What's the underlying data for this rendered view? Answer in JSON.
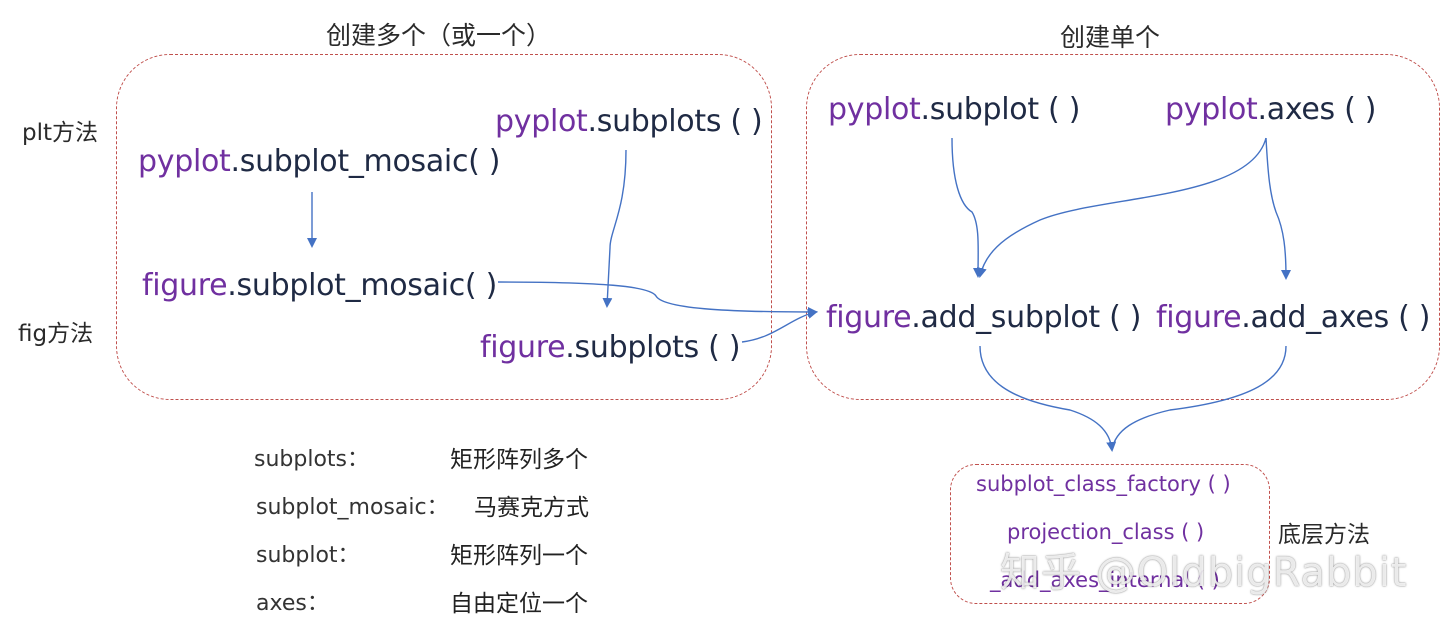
{
  "titles": {
    "left": "创建多个（或一个）",
    "right": "创建单个"
  },
  "side_labels": {
    "plt": "plt方法",
    "fig": "fig方法",
    "low": "底层方法"
  },
  "nodes": {
    "pyplot_subplot_mosaic": {
      "obj": "pyplot",
      "rest": ".subplot_mosaic( )"
    },
    "pyplot_subplots": {
      "obj": "pyplot",
      "rest": ".subplots ( )"
    },
    "figure_subplot_mosaic": {
      "obj": "figure",
      "rest": ".subplot_mosaic( )"
    },
    "figure_subplots": {
      "obj": "figure",
      "rest": ".subplots ( )"
    },
    "pyplot_subplot": {
      "obj": "pyplot",
      "rest": ".subplot ( )"
    },
    "pyplot_axes": {
      "obj": "pyplot",
      "rest": ".axes ( )"
    },
    "figure_add_subplot": {
      "obj": "figure",
      "rest": ".add_subplot ( )"
    },
    "figure_add_axes": {
      "obj": "figure",
      "rest": ".add_axes ( )"
    }
  },
  "low_level": [
    "subplot_class_factory ( )",
    "projection_class ( )",
    "_add_axes_internal ( )"
  ],
  "legend": [
    {
      "key": "subplots：",
      "value": "矩形阵列多个"
    },
    {
      "key": "subplot_mosaic：",
      "value": "马赛克方式"
    },
    {
      "key": "subplot：",
      "value": "矩形阵列一个"
    },
    {
      "key": "axes：",
      "value": "自由定位一个"
    }
  ],
  "watermark": "知乎 @OldbigRabbit",
  "colors": {
    "object": "#7030a0",
    "method": "#1f2a44",
    "arrow": "#4472c4",
    "box_border": "#c0504d"
  }
}
